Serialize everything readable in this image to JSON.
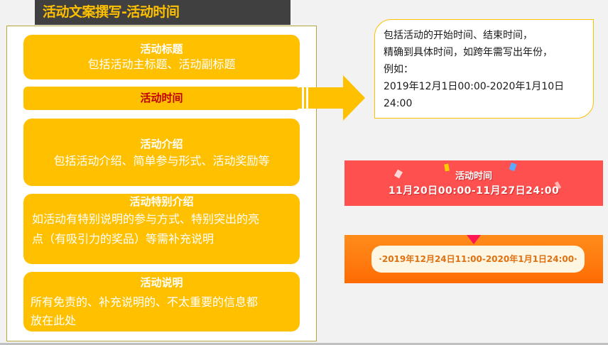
{
  "header": {
    "title": "活动文案撰写-活动时间"
  },
  "cards": [
    {
      "heading": "活动标题",
      "body": "包括活动主标题、活动副标题"
    },
    {
      "heading": "活动时间",
      "body": ""
    },
    {
      "heading": "活动介绍",
      "body": "包括活动介绍、简单参与形式、活动奖励等"
    },
    {
      "heading": "活动特别介绍",
      "body_lines": [
        "如活动有特别说明的参与方式、特别突出的亮",
        "点（有吸引力的奖品）等需补充说明"
      ]
    },
    {
      "heading": "活动说明",
      "body_lines": [
        "所有免责的、补充说明的、不太重要的信息都",
        "放在此处"
      ]
    }
  ],
  "callout": {
    "lines": [
      "包括活动的开始时间、结束时间，",
      "精确到具体时间，如跨年需写出年份，",
      "例如：",
      "2019年12月1日00:00-2020年1月10日",
      "24:00"
    ]
  },
  "examples": {
    "red_banner": {
      "label": "活动时间",
      "time": "11月20日00:00-11月27日24:00",
      "color": "#ff5050"
    },
    "orange_banner": {
      "time": "·2019年12月24日11:00-2020年1月1日24:00·",
      "color": "#ff7a10"
    }
  },
  "colors": {
    "accent": "#ffc000",
    "highlight_text": "#c00000",
    "title_bg": "#404040",
    "frame_border": "#b5a642"
  }
}
